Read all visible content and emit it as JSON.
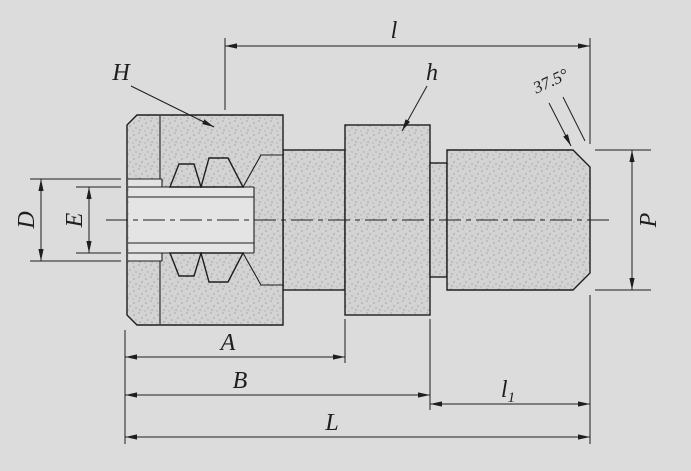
{
  "colors": {
    "background": "#dcdcdc",
    "line": "#1e1e1e",
    "metal_base": "#d3d3d3",
    "metal_dot": "#9f9f9f",
    "bore": "#e4e4e4"
  },
  "labels": {
    "top_length": "l",
    "nut": "H",
    "hex": "h",
    "chamfer_angle": "37.5°",
    "diameter_outer": "D",
    "diameter_tube": "E",
    "thread_diameter": "P",
    "length_a": "A",
    "length_b": "B",
    "thread_length_base": "l",
    "thread_length_sub": "1",
    "overall_length": "L"
  }
}
